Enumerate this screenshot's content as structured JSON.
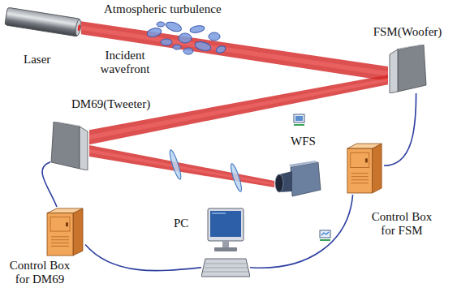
{
  "diagram": {
    "nodes": [
      {
        "text": [
          "Laser"
        ]
      },
      {
        "text": [
          "FSM(Woofer)"
        ]
      },
      {
        "text": [
          "DM69(Tweeter)"
        ]
      },
      {
        "text": [
          "WFS"
        ]
      },
      {
        "text": [
          "PC"
        ]
      },
      {
        "text": [
          "Control Box for DM69"
        ]
      },
      {
        "text": [
          "Control Box for FSM"
        ]
      }
    ],
    "edges": [
      {
        "from": 0,
        "to": 1,
        "arrow": "none"
      },
      {
        "from": 1,
        "to": 2,
        "arrow": "none"
      },
      {
        "from": 2,
        "to": 3,
        "arrow": "none"
      },
      {
        "from": 2,
        "to": 5,
        "arrow": "none"
      },
      {
        "from": 5,
        "to": 4,
        "arrow": "none"
      },
      {
        "from": 4,
        "to": 6,
        "arrow": "none"
      },
      {
        "from": 1,
        "to": 6,
        "arrow": "none"
      }
    ],
    "labels": [
      "Atmospheric turbulence",
      "Incident wavefront"
    ]
  }
}
